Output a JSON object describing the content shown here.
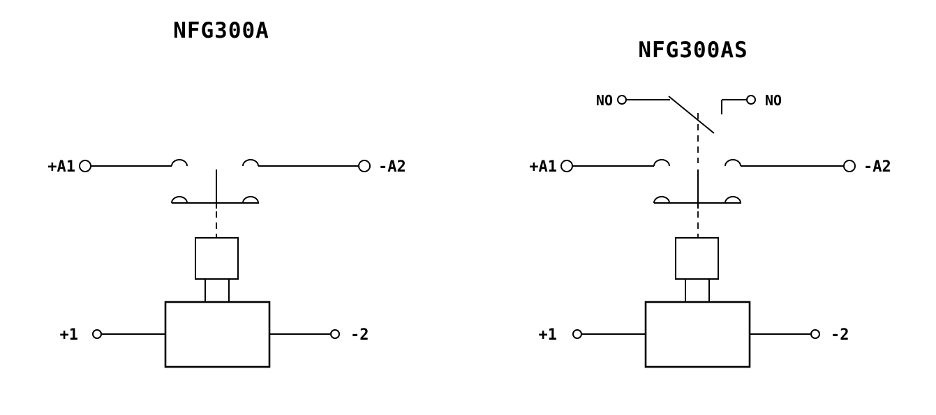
{
  "colors": {
    "line": "#000000",
    "background": "#ffffff"
  },
  "diagrams": {
    "left": {
      "title": "NFG300A",
      "labels": {
        "coil_plus": "+A1",
        "coil_minus": "-A2",
        "main_plus": "+1",
        "main_minus": "-2"
      }
    },
    "right": {
      "title": "NFG300AS",
      "labels": {
        "aux_left": "NO",
        "aux_right": "NO",
        "coil_plus": "+A1",
        "coil_minus": "-A2",
        "main_plus": "+1",
        "main_minus": "-2"
      }
    }
  }
}
